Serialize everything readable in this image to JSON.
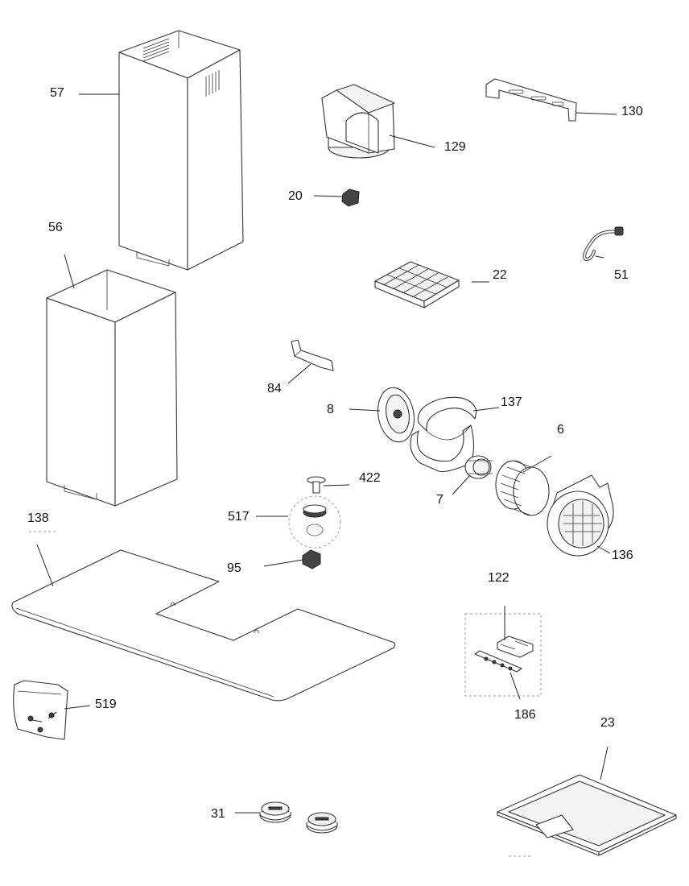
{
  "labels": {
    "p57": "57",
    "p56": "56",
    "p129": "129",
    "p130": "130",
    "p20": "20",
    "p51": "51",
    "p22": "22",
    "p84": "84",
    "p8": "8",
    "p137": "137",
    "p6": "6",
    "p7": "7",
    "p422": "422",
    "p517": "517",
    "p95": "95",
    "p138": "138",
    "p136": "136",
    "p122": "122",
    "p186": "186",
    "p519": "519",
    "p23": "23",
    "p31": "31"
  }
}
